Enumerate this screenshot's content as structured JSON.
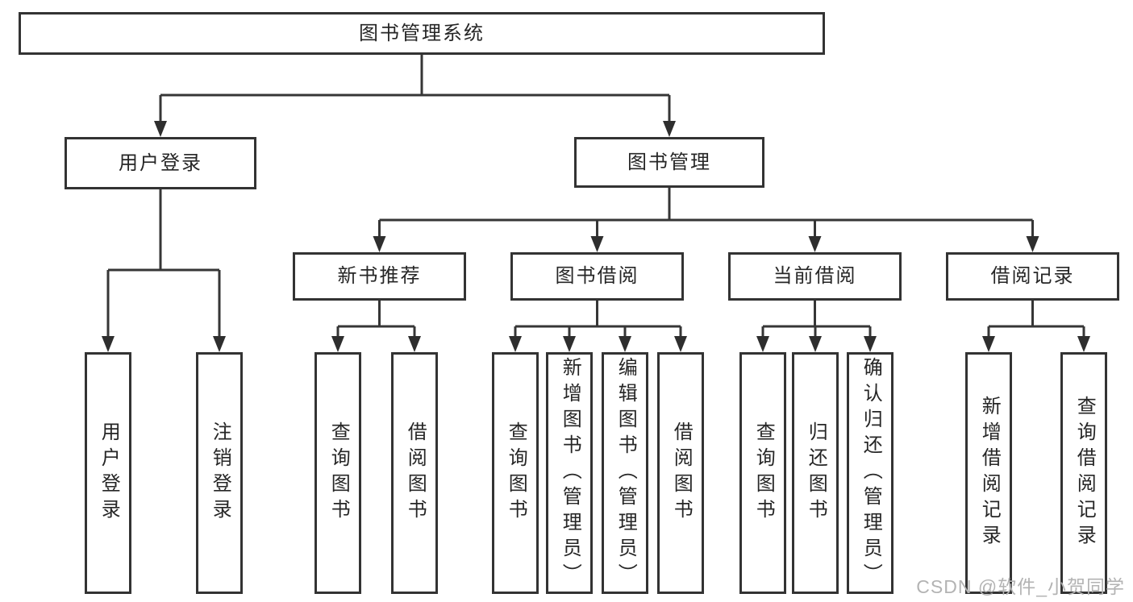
{
  "diagram": {
    "title": "图书管理系统",
    "root": {
      "label": "图书管理系统"
    },
    "branches": [
      {
        "label": "用户登录",
        "children": [
          {
            "label": "用户登录"
          },
          {
            "label": "注销登录"
          }
        ]
      },
      {
        "label": "图书管理",
        "children": [
          {
            "label": "新书推荐",
            "children": [
              {
                "label": "查询图书"
              },
              {
                "label": "借阅图书"
              }
            ]
          },
          {
            "label": "图书借阅",
            "children": [
              {
                "label": "查询图书"
              },
              {
                "label": "新增图书（管理员）"
              },
              {
                "label": "编辑图书（管理员）"
              },
              {
                "label": "借阅图书"
              }
            ]
          },
          {
            "label": "当前借阅",
            "children": [
              {
                "label": "查询图书"
              },
              {
                "label": "归还图书"
              },
              {
                "label": "确认归还（管理员）"
              }
            ]
          },
          {
            "label": "借阅记录",
            "children": [
              {
                "label": "新增借阅记录"
              },
              {
                "label": "查询借阅记录"
              }
            ]
          }
        ]
      }
    ]
  },
  "watermark": "CSDN @软件_小贺同学",
  "colors": {
    "border": "#333333",
    "text": "#262626",
    "line": "#363636",
    "watermark": "#b3b3b3",
    "background": "#ffffff"
  }
}
